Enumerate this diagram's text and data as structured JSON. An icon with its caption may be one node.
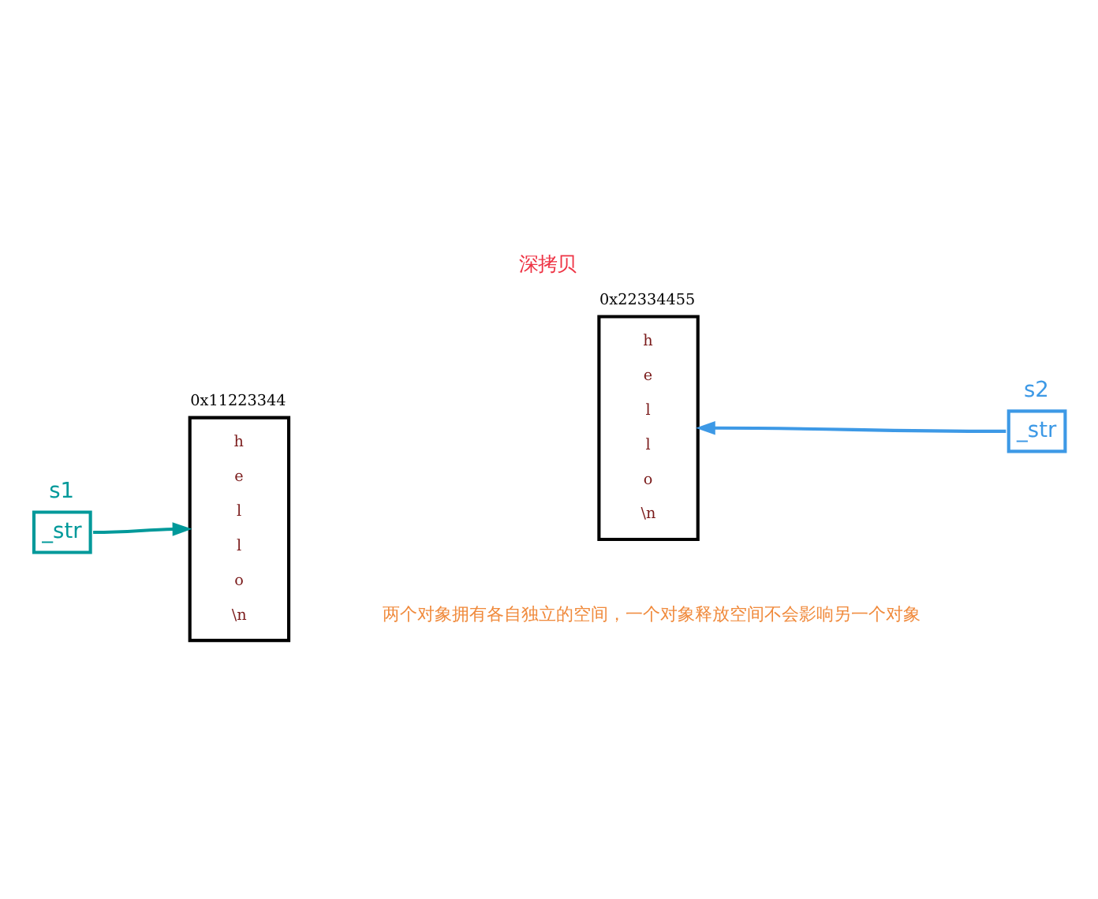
{
  "diagram": {
    "title": "深拷贝",
    "nodes": [
      {
        "text": [
          "s1",
          "_str"
        ]
      },
      {
        "text": [
          "h e l l o \\n"
        ],
        "beside": [
          "0x11223344"
        ]
      },
      {
        "text": [
          "h e l l o \\n"
        ],
        "beside": [
          "0x22334455"
        ]
      },
      {
        "text": [
          "s2",
          "_str"
        ]
      }
    ],
    "edges": [
      {
        "from": 0,
        "to": 1,
        "arrow": "to",
        "color": "#00999a"
      },
      {
        "from": 3,
        "to": 2,
        "arrow": "to",
        "color": "#3d99e6"
      }
    ],
    "labels": [
      "两个对象拥有各自独立的空间，一个对象释放空间不会影响另一个对象"
    ]
  }
}
